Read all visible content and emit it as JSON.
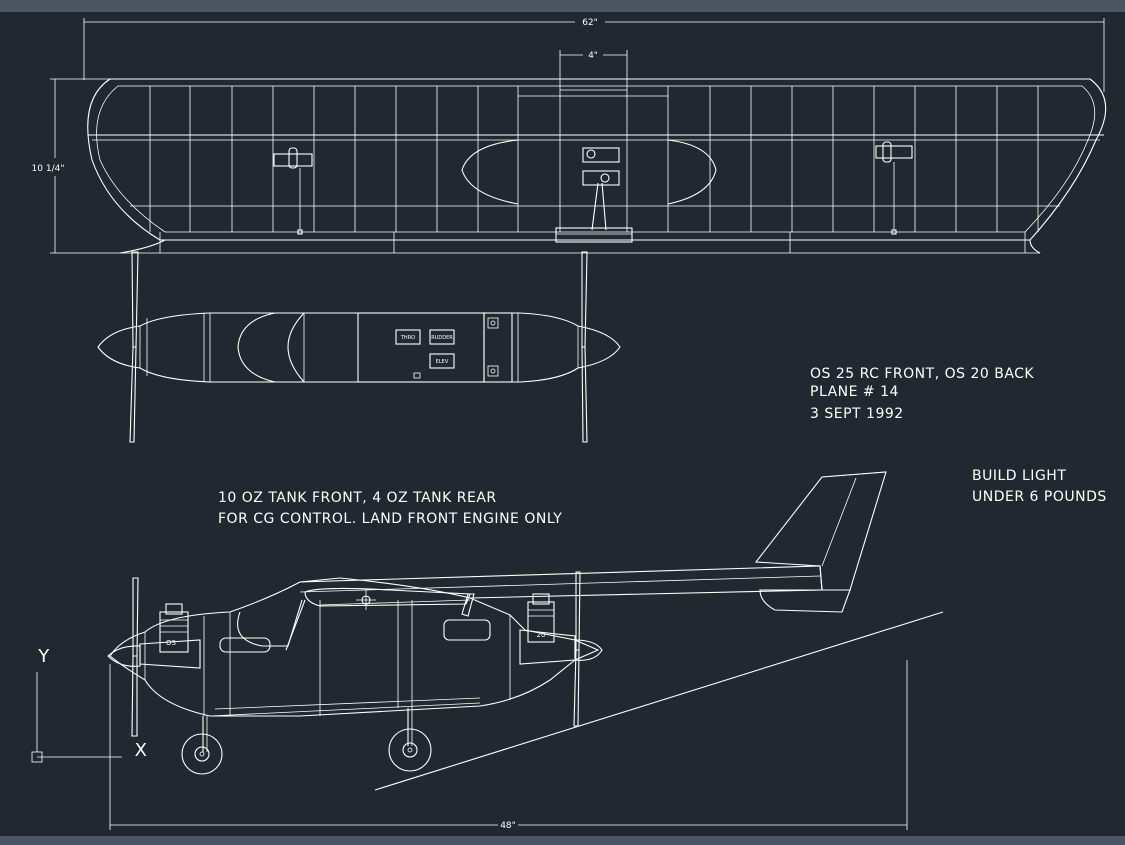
{
  "dimensions": {
    "wingspan": "62\"",
    "center_section": "4\"",
    "chord": "10 1/4\"",
    "length": "48\""
  },
  "notes": {
    "engines": "OS 25 RC FRONT, OS 20 BACK",
    "plane_number": "PLANE # 14",
    "date": "3 SEPT 1992",
    "build_line1": "BUILD LIGHT",
    "build_line2": "UNDER 6 POUNDS",
    "tank_line1": "10 OZ TANK FRONT, 4 OZ TANK REAR",
    "tank_line2": "FOR CG CONTROL. LAND FRONT ENGINE ONLY"
  },
  "panel_labels": {
    "thro": "THRO",
    "rudder": "RUDDER",
    "elev": "ELEV"
  },
  "engine_labels": {
    "front": "OS",
    "rear": "20"
  },
  "ucs": {
    "y_axis": "Y",
    "x_axis": "X"
  },
  "colors": {
    "background": "#212830",
    "frame": "#4a5563",
    "lines": "#ffffff"
  }
}
